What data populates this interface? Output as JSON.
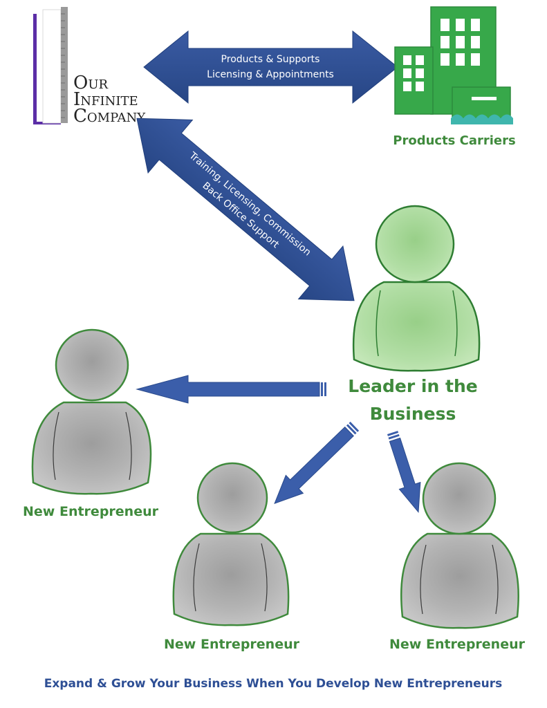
{
  "logo": {
    "line1": "Our",
    "line2": "Infinite",
    "line3": "Company"
  },
  "top_arrow": {
    "line1": "Products & Supports",
    "line2": "Licensing & Appointments"
  },
  "carriers_label": "Products Carriers",
  "diagonal_arrow": {
    "line1": "Training, Licensing, Commission",
    "line2": "Back Office Support"
  },
  "leader": {
    "line1": "Leader in the",
    "line2": "Business"
  },
  "entrepreneurs": [
    {
      "label": "New Entrepreneur"
    },
    {
      "label": "New Entrepreneur"
    },
    {
      "label": "New Entrepreneur"
    }
  ],
  "footer": "Expand & Grow Your Business When You Develop New Entrepreneurs",
  "colors": {
    "arrow_blue": "#2e4f95",
    "label_green": "#3f8a3c",
    "building_green": "#37a84a",
    "person_gray": "#a6a6a6",
    "leader_green": "#a9d89a"
  }
}
